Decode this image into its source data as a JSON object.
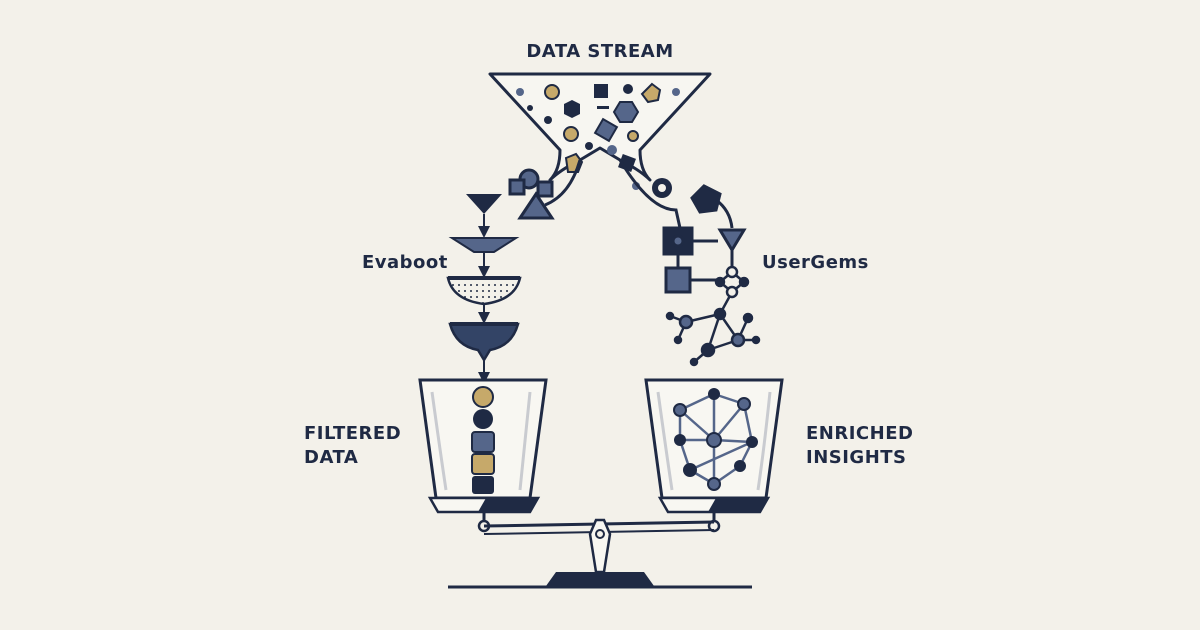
{
  "labels": {
    "data_stream": "DATA STREAM",
    "evaboot": "Evaboot",
    "usergems": "UserGems",
    "filtered_line1": "FILTERED",
    "filtered_line2": "DATA",
    "enriched_line1": "ENRICHED",
    "enriched_line2": "INSIGHTS"
  },
  "colors": {
    "navy": "#1f2a44",
    "slate": "#55668a",
    "gold": "#c6a96a",
    "background": "#f3f1ea"
  },
  "icons": [
    "funnel-icon",
    "sieve-icon",
    "network-icon",
    "balance-scale-icon",
    "cup-icon"
  ]
}
